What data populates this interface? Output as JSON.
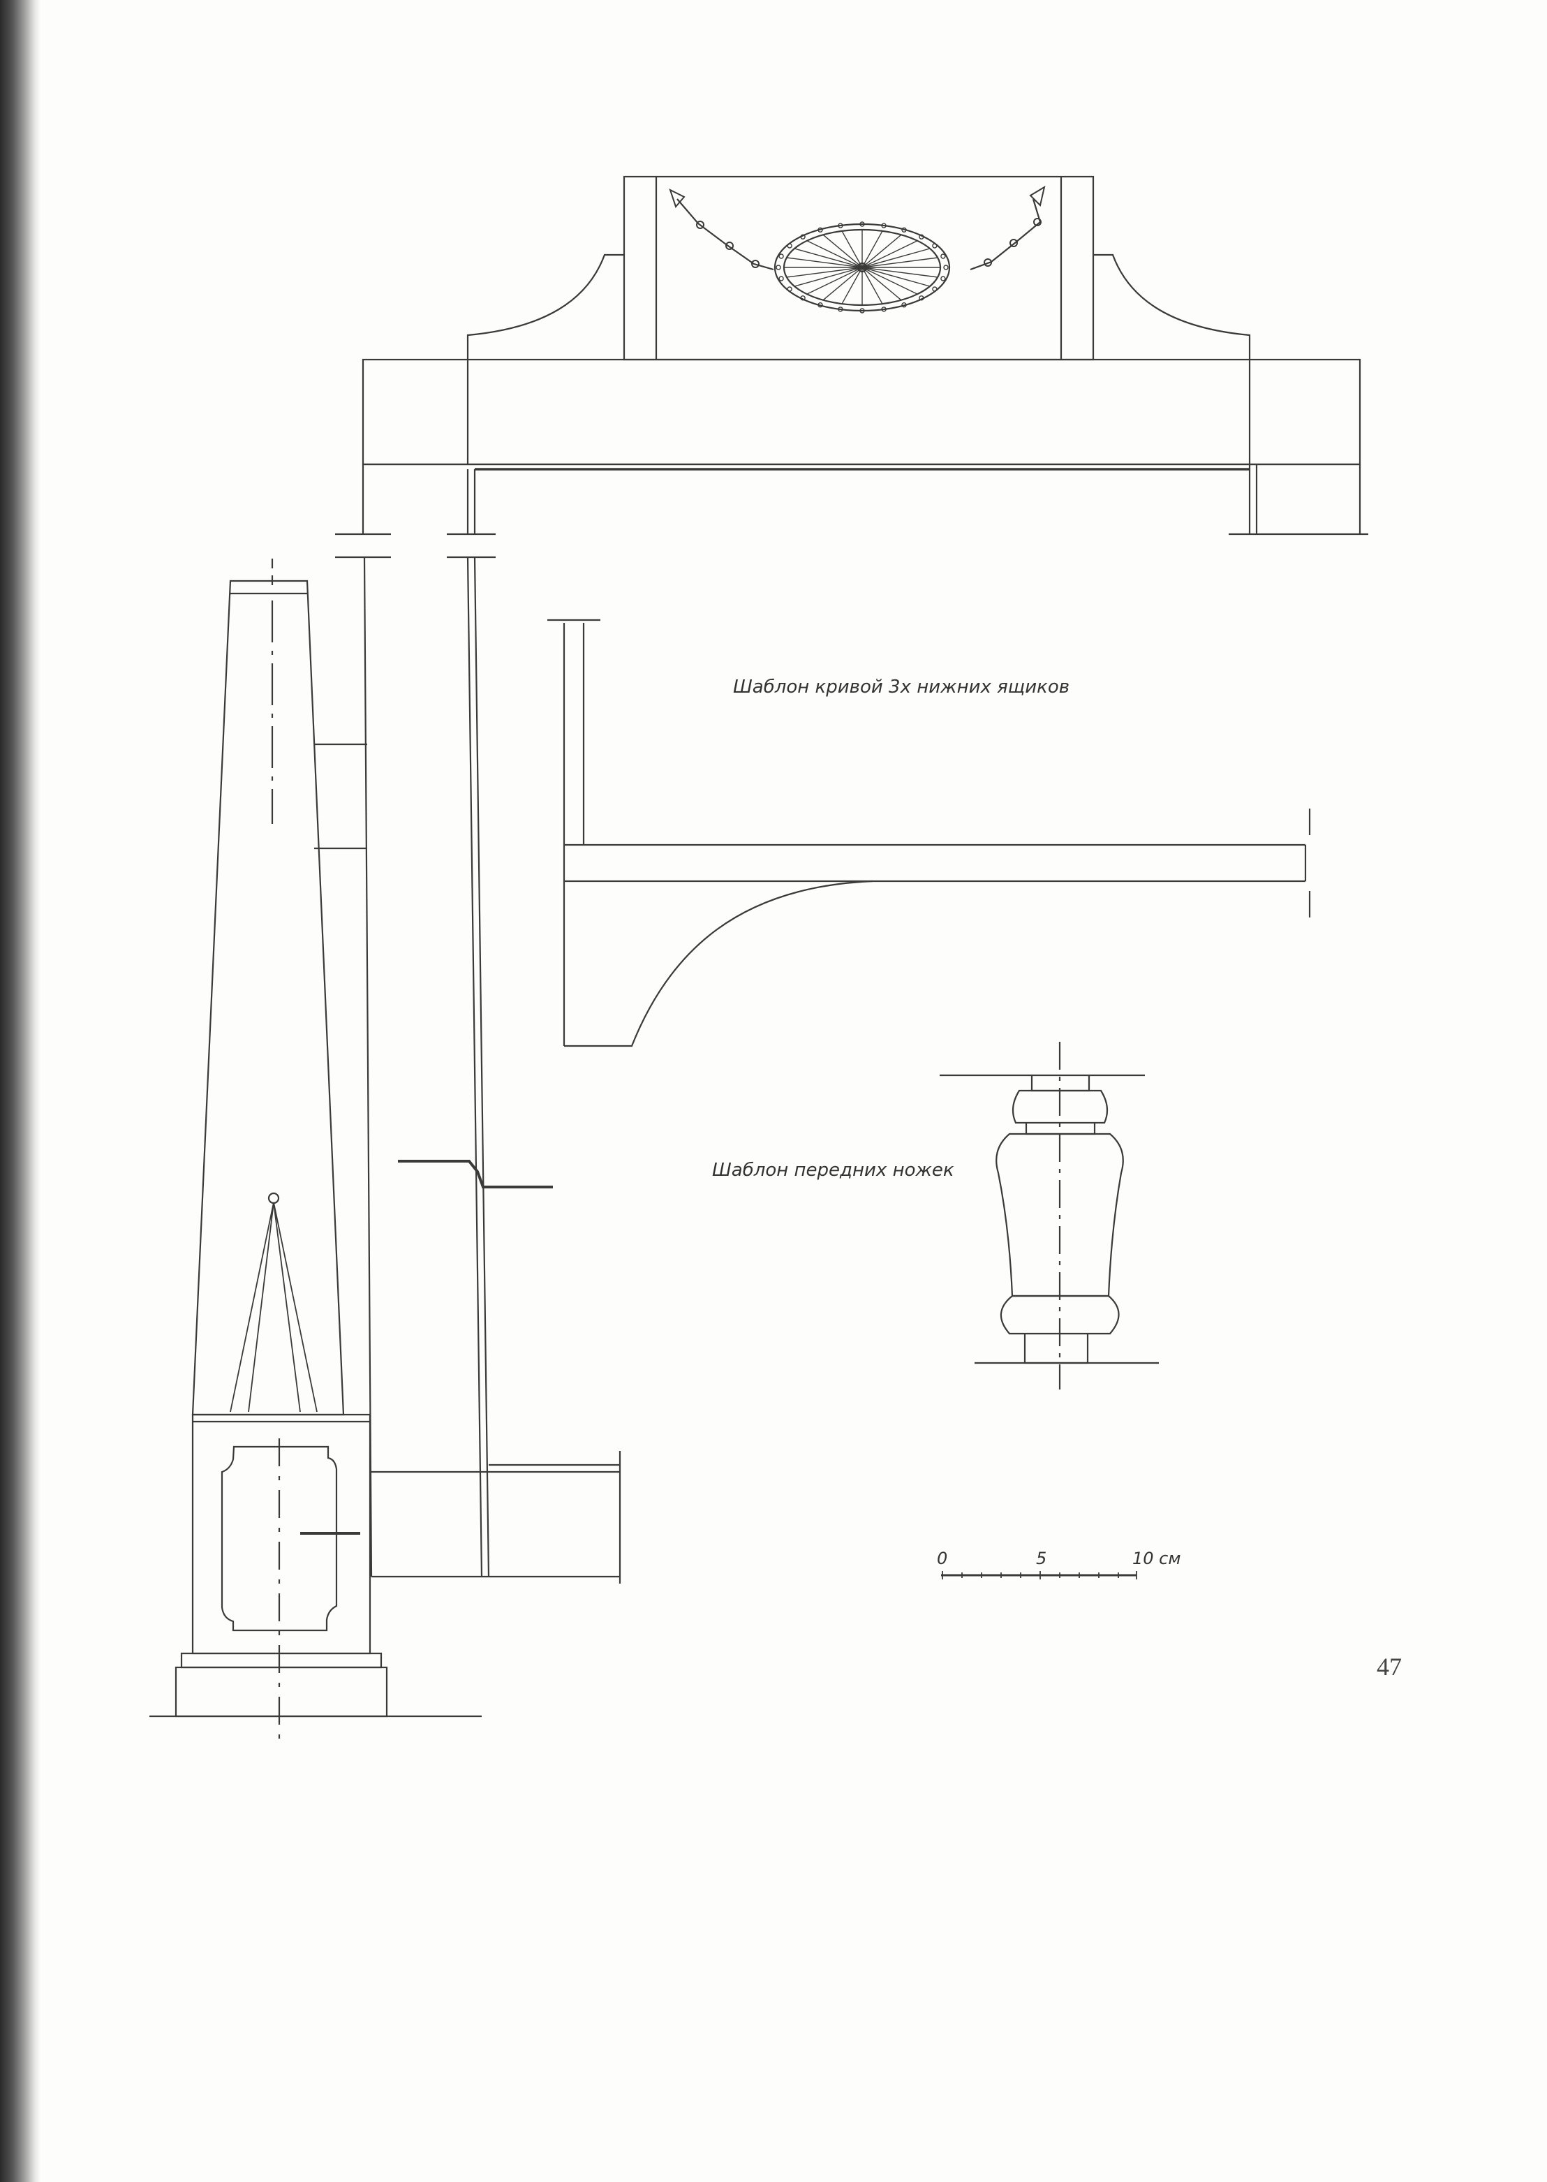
{
  "labels": {
    "drawer_curve_template": "Шаблон кривой 3х нижних ящиков",
    "front_legs_template": "Шаблон передних ножек"
  },
  "scale_bar": {
    "ticks": [
      "0",
      "5",
      "10 см"
    ]
  },
  "page_number": "47",
  "colors": {
    "ink": "#3a3a3a",
    "paper": "#fdfdfc"
  }
}
